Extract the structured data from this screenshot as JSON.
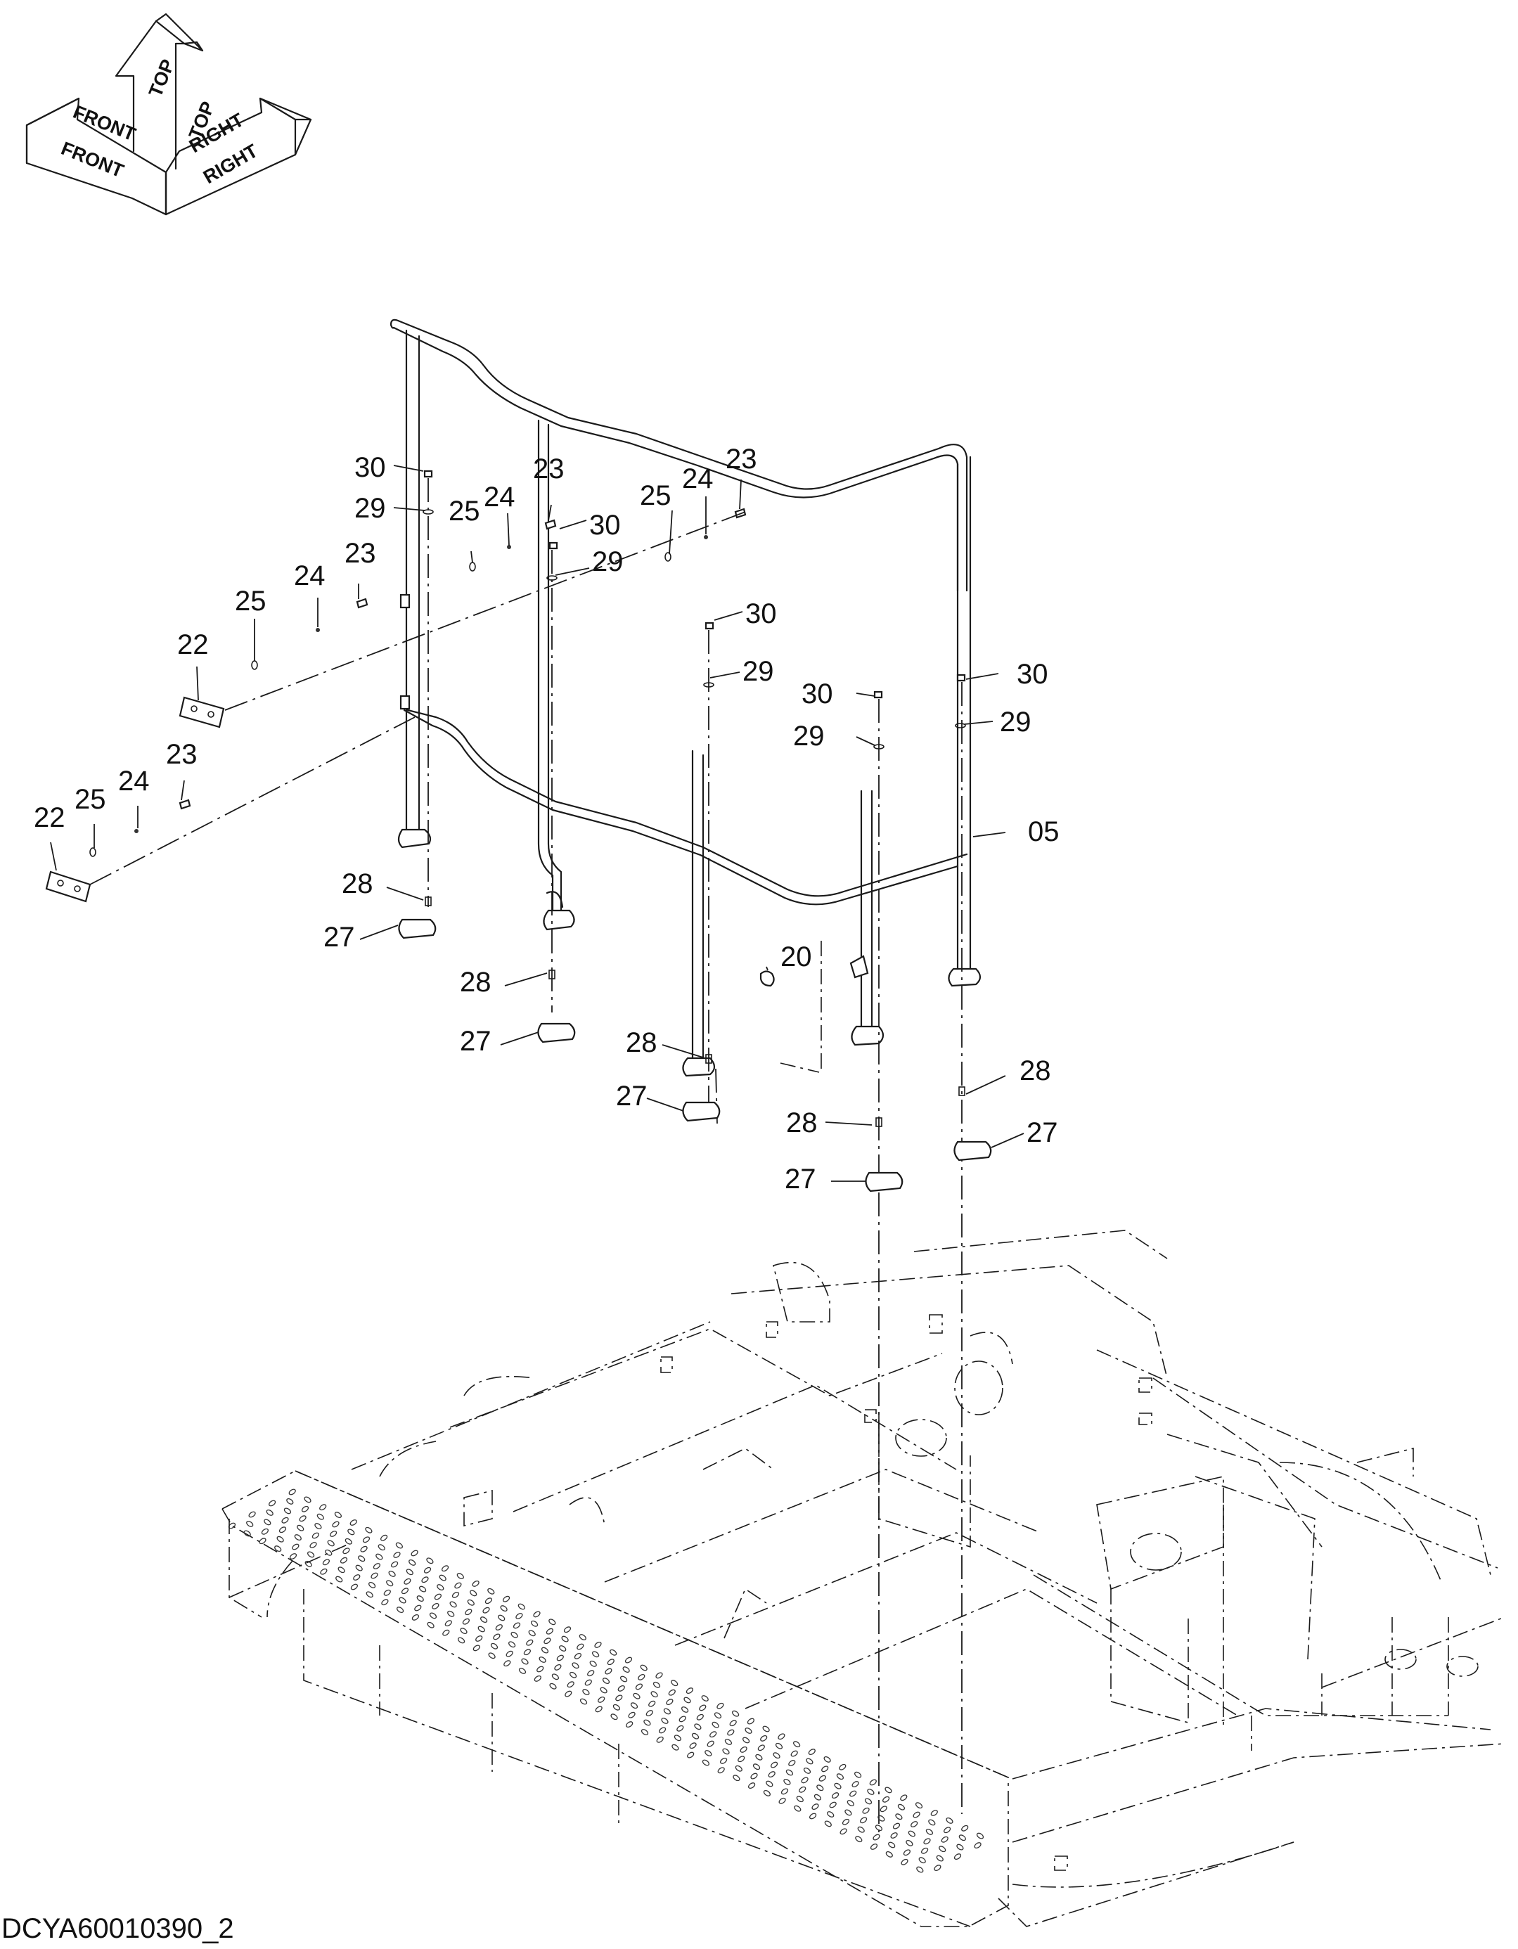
{
  "orientation": {
    "front_a": "FRONT",
    "front_b": "FRONT",
    "top_a": "TOP",
    "top_b": "TOP",
    "right_a": "RIGHT",
    "right_b": "RIGHT"
  },
  "callouts": [
    {
      "id": "c30a",
      "text": "30"
    },
    {
      "id": "c29a",
      "text": "29"
    },
    {
      "id": "c23a",
      "text": "23"
    },
    {
      "id": "c24a",
      "text": "24"
    },
    {
      "id": "c25a",
      "text": "25"
    },
    {
      "id": "c30b",
      "text": "30"
    },
    {
      "id": "c29b",
      "text": "29"
    },
    {
      "id": "c25b",
      "text": "25"
    },
    {
      "id": "c24b",
      "text": "24"
    },
    {
      "id": "c23b",
      "text": "23"
    },
    {
      "id": "c23c",
      "text": "23"
    },
    {
      "id": "c24c",
      "text": "24"
    },
    {
      "id": "c25c",
      "text": "25"
    },
    {
      "id": "c22a",
      "text": "22"
    },
    {
      "id": "c30c",
      "text": "30"
    },
    {
      "id": "c29c",
      "text": "29"
    },
    {
      "id": "c30d",
      "text": "30"
    },
    {
      "id": "c29d",
      "text": "29"
    },
    {
      "id": "c30e",
      "text": "30"
    },
    {
      "id": "c29e",
      "text": "29"
    },
    {
      "id": "c05",
      "text": "05"
    },
    {
      "id": "c23d",
      "text": "23"
    },
    {
      "id": "c24d",
      "text": "24"
    },
    {
      "id": "c25d",
      "text": "25"
    },
    {
      "id": "c22b",
      "text": "22"
    },
    {
      "id": "c28a",
      "text": "28"
    },
    {
      "id": "c27a",
      "text": "27"
    },
    {
      "id": "c28b",
      "text": "28"
    },
    {
      "id": "c27b",
      "text": "27"
    },
    {
      "id": "c20",
      "text": "20"
    },
    {
      "id": "c28c",
      "text": "28"
    },
    {
      "id": "c27c",
      "text": "27"
    },
    {
      "id": "c28d",
      "text": "28"
    },
    {
      "id": "c27d",
      "text": "27"
    },
    {
      "id": "c28e",
      "text": "28"
    },
    {
      "id": "c27e",
      "text": "27"
    }
  ],
  "drawing_code": "DCYA60010390_2"
}
